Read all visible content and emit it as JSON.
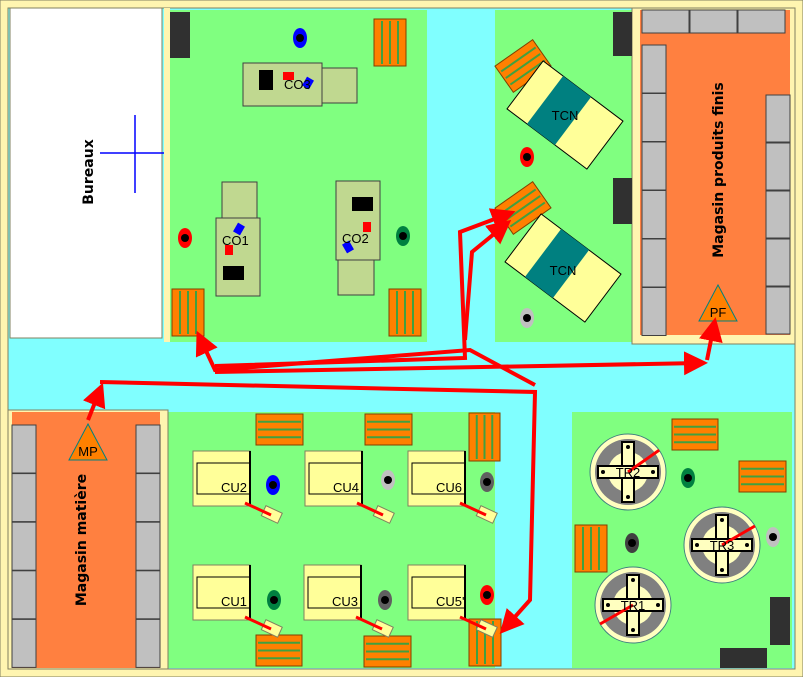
{
  "zones": {
    "offices": "Bureaux",
    "raw_material_store": "Magasin matière",
    "finished_goods_store": "Magasin produits finis",
    "raw_material_marker": "MP",
    "finished_goods_marker": "PF"
  },
  "machines": {
    "assembly": [
      "CO1",
      "CO2",
      "CO3"
    ],
    "cutting": [
      "CU1",
      "CU2",
      "CU3",
      "CU4",
      "CU5'",
      "CU6"
    ],
    "cnc": [
      "TCN",
      "TCN"
    ],
    "turntables": [
      "TR1",
      "TR2",
      "TR3"
    ]
  },
  "colors": {
    "wall": "#fff5b0",
    "work_zone": "#80ff80",
    "aisle": "#80ffff",
    "store": "#ff8040",
    "shelf": "#c0c0c0",
    "flow_arrow": "#ff0000",
    "pallet": "#ff8000"
  }
}
